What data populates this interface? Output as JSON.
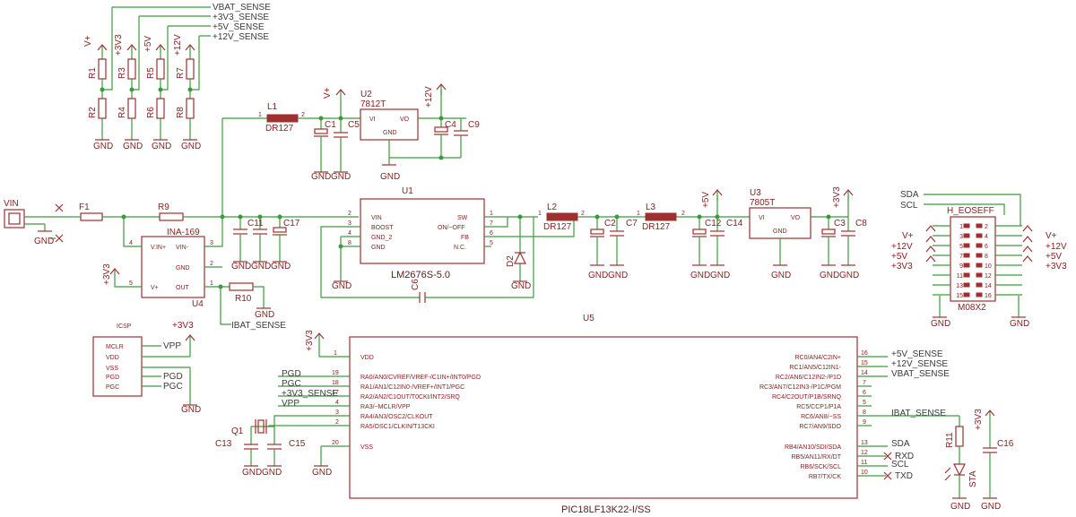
{
  "nets": {
    "vbat_sense": "VBAT_SENSE",
    "v33_sense": "+3V3_SENSE",
    "v5_sense": "+5V_SENSE",
    "v12_sense": "+12V_SENSE",
    "ibat_sense": "IBAT_SENSE",
    "vpp": "VPP",
    "pgd": "PGD",
    "pgc": "PGC",
    "sda": "SDA",
    "scl": "SCL",
    "rxd": "RXD",
    "txd": "TXD"
  },
  "power": {
    "vplus": "V+",
    "v33": "+3V3",
    "v5": "+5V",
    "v12": "+12V",
    "gnd": "GND"
  },
  "parts": {
    "r1": "R1",
    "r2": "R2",
    "r3": "R3",
    "r4": "R4",
    "r5": "R5",
    "r6": "R6",
    "r7": "R7",
    "r8": "R8",
    "r9": "R9",
    "r10": "R10",
    "r11": "R11",
    "l1": "L1",
    "l2": "L2",
    "l3": "L3",
    "l_value": "DR127",
    "c1": "C1",
    "c2": "C2",
    "c3": "C3",
    "c4": "C4",
    "c5": "C5",
    "c6": "C6",
    "c7": "C7",
    "c8": "C8",
    "c9": "C9",
    "c11": "C11",
    "c12": "C12",
    "c13": "C13",
    "c14": "C14",
    "c15": "C15",
    "c16": "C16",
    "c17": "C17",
    "f1": "F1",
    "d2": "D2",
    "q1": "Q1",
    "sta": "STA",
    "vin": "VIN",
    "u1": "U1",
    "u1_value": "LM2676S-5.0",
    "u2": "U2",
    "u2_value": "7812T",
    "u3": "U3",
    "u3_value": "7805T",
    "u4": "U4",
    "u4_value": "INA-169",
    "u5": "U5",
    "u5_value": "PIC18LF13K22-I/SS",
    "icsp": "ICSP",
    "header": "H_EOSEFF",
    "header_value": "M08X2"
  },
  "pins": {
    "reg_vi": "VI",
    "reg_vo": "VO",
    "reg_gnd": "GND",
    "u1_vin": "VIN",
    "u1_boost": "BOOST",
    "u1_gnd2": "GND_2",
    "u1_gnd": "GND",
    "u1_sw": "SW",
    "u1_onoff": "ON/~OFF",
    "u1_fb": "FB",
    "u1_nc": "N.C.",
    "u4_vinp": "V.IN+",
    "u4_vinm": "VIN-",
    "u4_gnd": "GND",
    "u4_vp": "V+",
    "u4_out": "OUT",
    "icsp_mclr": "MCLR",
    "icsp_vdd": "VDD",
    "icsp_vss": "VSS",
    "icsp_pgd": "PGD",
    "icsp_pgc": "PGC",
    "u5_vdd": "VDD",
    "u5_vss": "VSS",
    "ra0": "RA0/AN0/CVREF/VREF-/C1IN+/INT0/PGD",
    "ra1": "RA1/AN1/C12IN0-/VREF+/INT1/PGC",
    "ra2": "RA2/AN2/C1OUT/T0CKI/INT2/SRQ",
    "ra3": "RA3/~MCLR/VPP",
    "ra4": "RA4/AN3/OSC2/CLKOUT",
    "ra5": "RA5/OSC1/CLKIN/T13CKI",
    "rc0": "RC0/AN4/C2IN+",
    "rc1": "RC1/AN5/C12IN1-",
    "rc2": "RC2/AN6/C12IN2-/P1D",
    "rc3": "RC3/AN7/C12IN3-/P1C/PGM",
    "rc4": "RC4/C2OUT/P1B/SRNQ",
    "rc5": "RC5/CCP1/P1A",
    "rc6": "RC6/AN8/~SS",
    "rc7": "RC7/AN9/SDO",
    "rb4": "RB4/AN10/SDI/SDA",
    "rb5": "RB5/AN11/RX/DT",
    "rb6": "RB6/SCK/SCL",
    "rb7": "RB7/TX/CK"
  }
}
